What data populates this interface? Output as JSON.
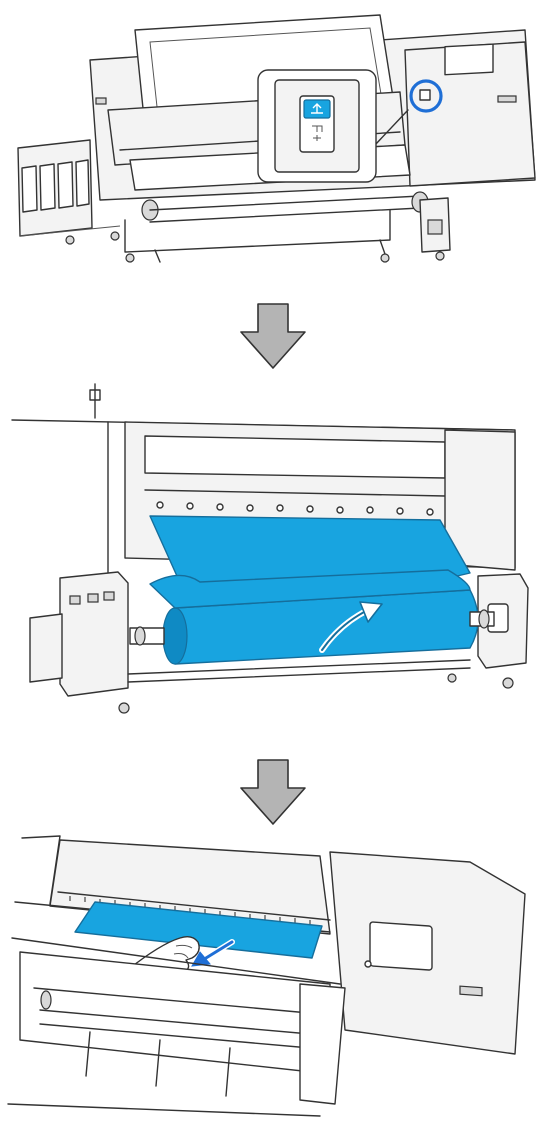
{
  "colors": {
    "media_blue": "#18a4e0",
    "highlight_ring": "#1f6fd6",
    "step_arrow": "#b4b4b4",
    "line_art": "#333333"
  },
  "steps": [
    {
      "name": "press-media-setup-button",
      "icon": "printer-with-control-panel-zoom"
    },
    {
      "name": "pull-media-to-take-up-roll",
      "icon": "media-roll-feeding"
    },
    {
      "name": "smooth-media-on-platen",
      "icon": "hand-pulling-media"
    }
  ],
  "arrows": [
    {
      "icon": "down-arrow-icon"
    },
    {
      "icon": "down-arrow-icon"
    }
  ]
}
